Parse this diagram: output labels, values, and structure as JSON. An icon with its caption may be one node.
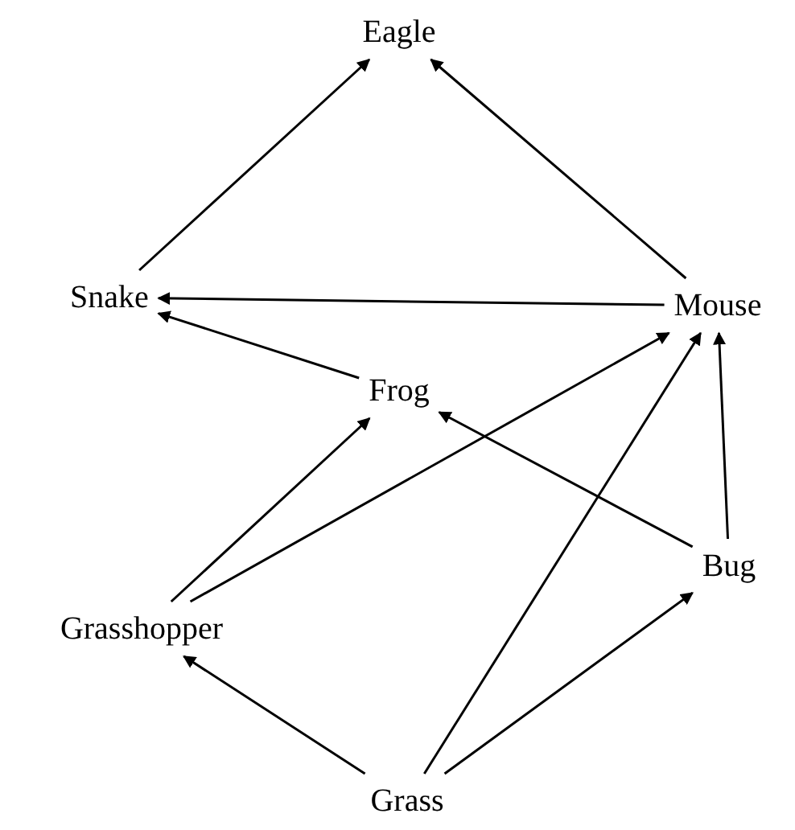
{
  "diagram": {
    "nodes": [
      {
        "text": [
          "Eagle"
        ]
      },
      {
        "text": [
          "Snake"
        ]
      },
      {
        "text": [
          "Mouse"
        ]
      },
      {
        "text": [
          "Frog"
        ]
      },
      {
        "text": [
          "Bug"
        ]
      },
      {
        "text": [
          "Grasshopper"
        ]
      },
      {
        "text": [
          "Grass"
        ]
      }
    ],
    "edges": [
      {
        "from": 1,
        "to": 0,
        "arrow": "to"
      },
      {
        "from": 2,
        "to": 0,
        "arrow": "to"
      },
      {
        "from": 2,
        "to": 1,
        "arrow": "to"
      },
      {
        "from": 3,
        "to": 1,
        "arrow": "to"
      },
      {
        "from": 4,
        "to": 3,
        "arrow": "to"
      },
      {
        "from": 4,
        "to": 2,
        "arrow": "to"
      },
      {
        "from": 5,
        "to": 3,
        "arrow": "to"
      },
      {
        "from": 5,
        "to": 2,
        "arrow": "to"
      },
      {
        "from": 6,
        "to": 5,
        "arrow": "to"
      },
      {
        "from": 6,
        "to": 2,
        "arrow": "to"
      },
      {
        "from": 6,
        "to": 4,
        "arrow": "to"
      }
    ]
  }
}
